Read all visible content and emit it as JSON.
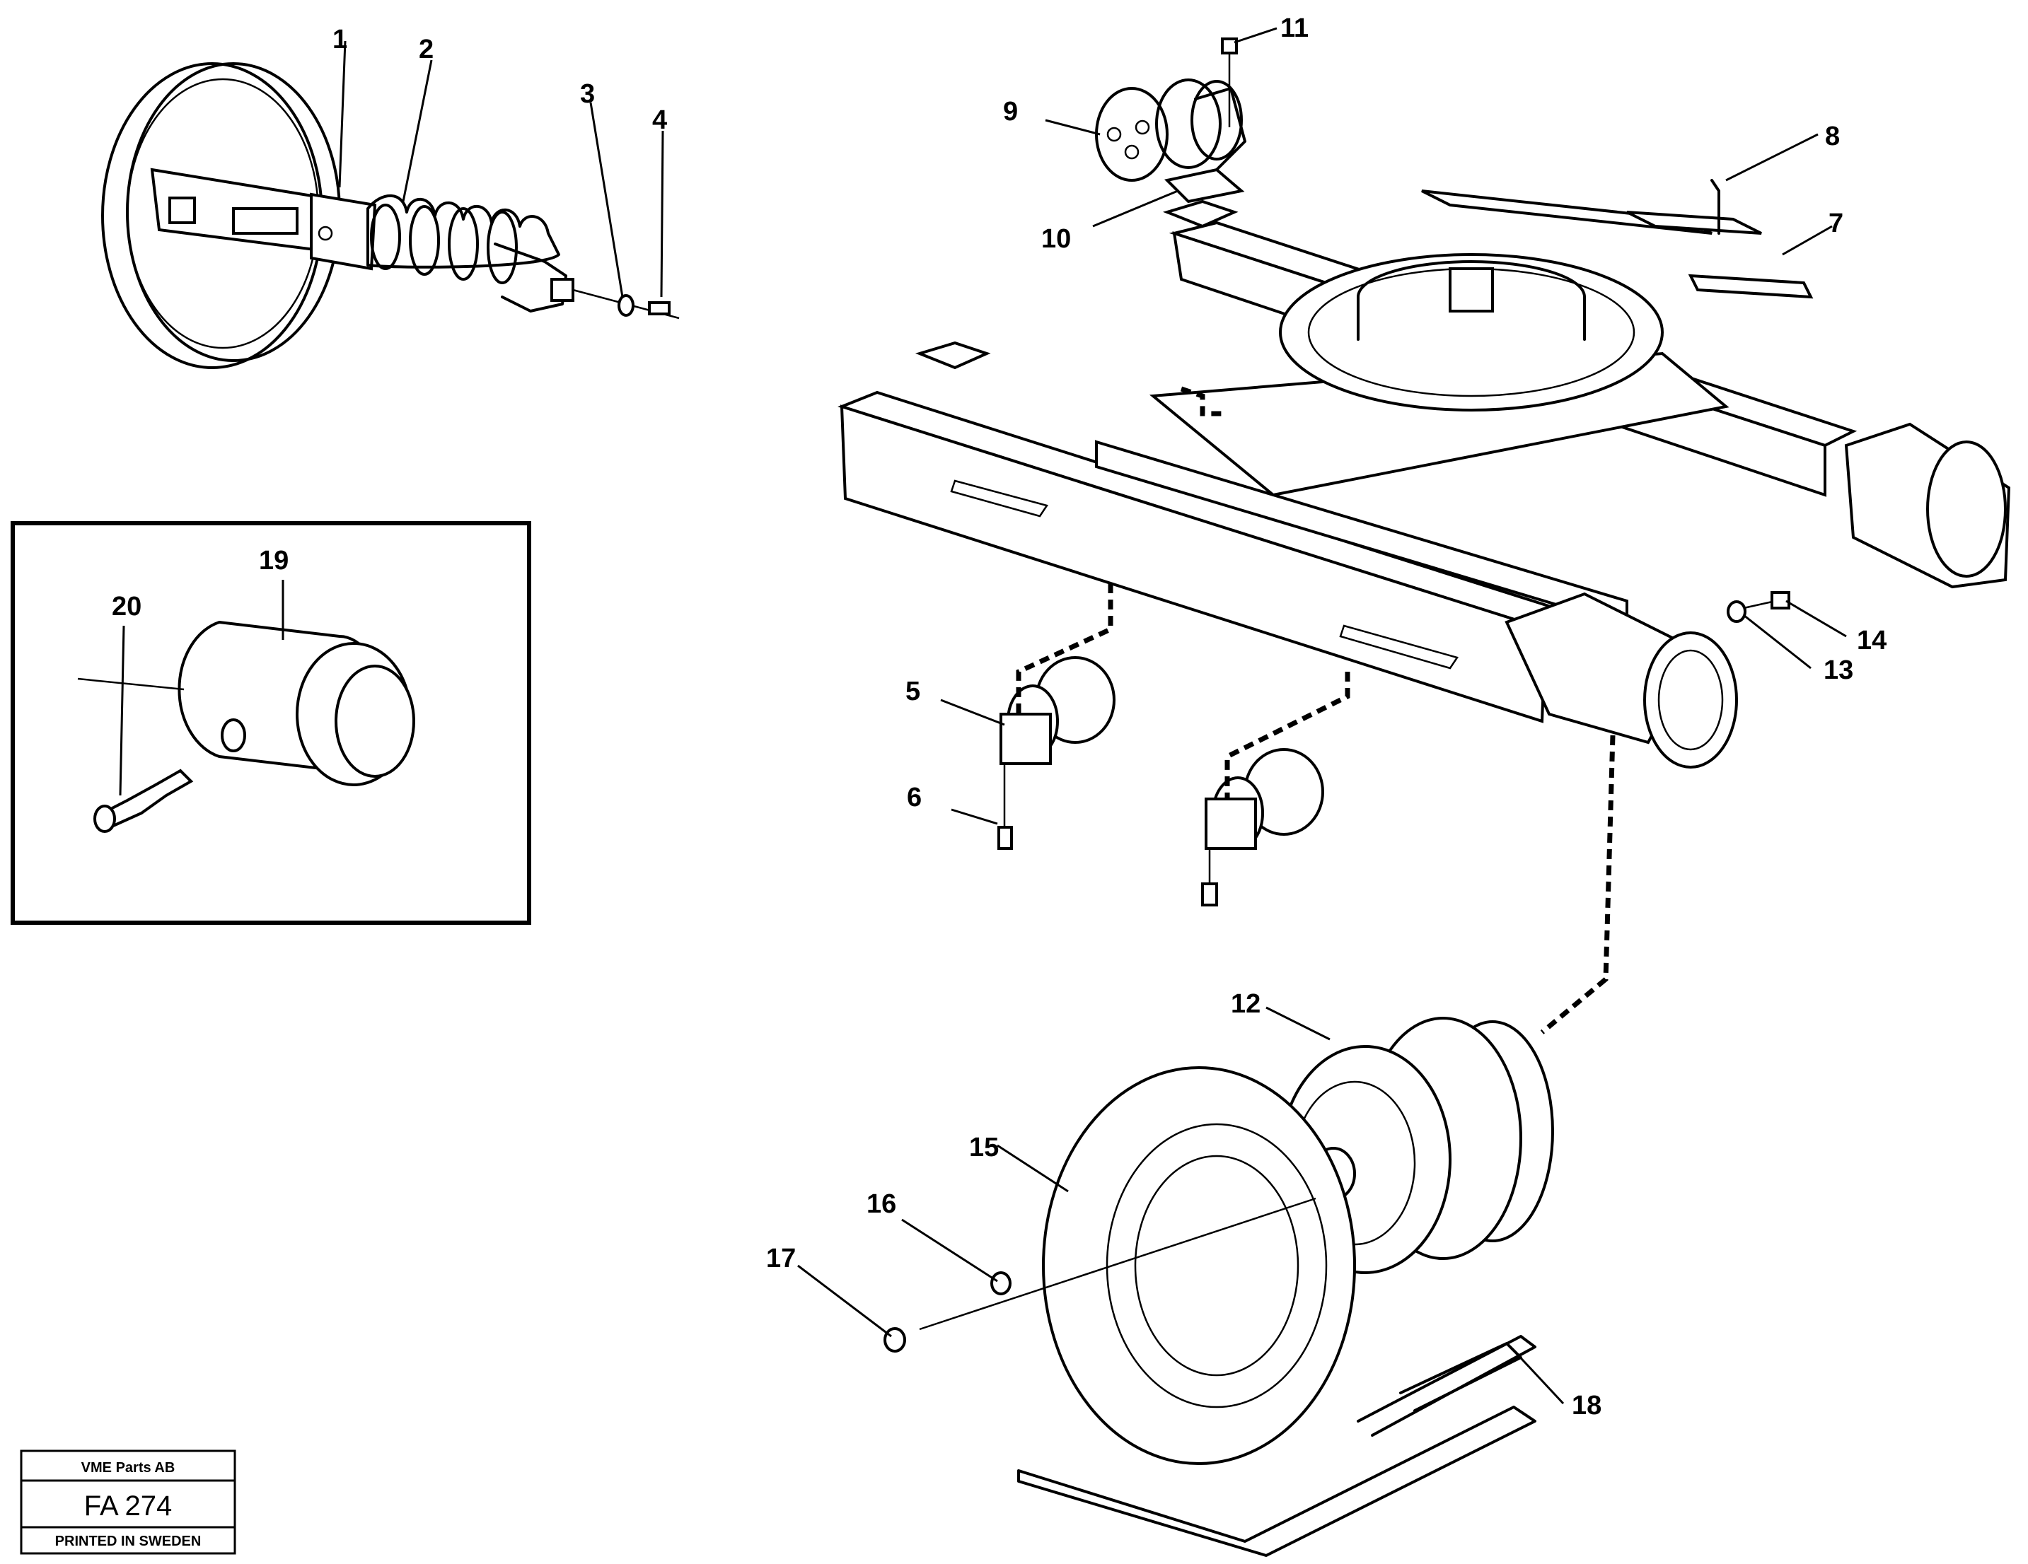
{
  "callouts": [
    "1",
    "2",
    "3",
    "4",
    "5",
    "6",
    "7",
    "8",
    "9",
    "10",
    "11",
    "12",
    "13",
    "14",
    "15",
    "16",
    "17",
    "18",
    "19",
    "20"
  ],
  "title_block": {
    "company": "VME Parts AB",
    "drawing_no": "FA 274",
    "printed": "PRINTED IN SWEDEN"
  }
}
